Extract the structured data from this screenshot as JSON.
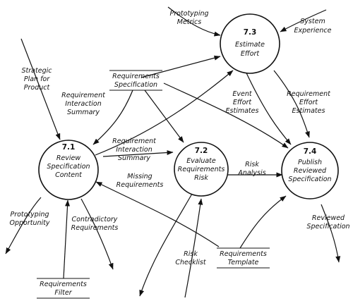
{
  "diagram": {
    "processes": [
      {
        "id": "p71",
        "number": "7.1",
        "name": [
          "Review",
          "Specification",
          "Content"
        ]
      },
      {
        "id": "p72",
        "number": "7.2",
        "name": [
          "Evaluate",
          "Requirements",
          "Risk"
        ]
      },
      {
        "id": "p73",
        "number": "7.3",
        "name": [
          "Estimate",
          "Effort"
        ]
      },
      {
        "id": "p74",
        "number": "7.4",
        "name": [
          "Publish",
          "Reviewed",
          "Specification"
        ]
      }
    ],
    "stores": [
      {
        "id": "s_spec",
        "name": "Requirements Specification",
        "lines": [
          "Requirements",
          "Specification"
        ]
      },
      {
        "id": "s_template",
        "name": "Requirements Template",
        "lines": [
          "Requirements",
          "Template"
        ]
      },
      {
        "id": "s_filter",
        "name": "Requirements Filter",
        "lines": [
          "Requirements",
          "Filter"
        ]
      }
    ],
    "flows": [
      {
        "id": "f_proto_metrics",
        "label": [
          "Prototyping",
          "Metrics"
        ]
      },
      {
        "id": "f_sys_exp",
        "label": [
          "System",
          "Experience"
        ]
      },
      {
        "id": "f_strategic",
        "label": [
          "Strategic",
          "Plan for",
          "Product"
        ]
      },
      {
        "id": "f_req_inter_1",
        "label": [
          "Requirement",
          "Interaction",
          "Summary"
        ]
      },
      {
        "id": "f_event_effort",
        "label": [
          "Event",
          "Effort",
          "Estimates"
        ]
      },
      {
        "id": "f_req_effort",
        "label": [
          "Requirement",
          "Effort",
          "Estimates"
        ]
      },
      {
        "id": "f_req_inter_2",
        "label": [
          "Requirement",
          "Interaction",
          "Summary"
        ]
      },
      {
        "id": "f_risk_analysis",
        "label": [
          "Risk",
          "Analysis"
        ]
      },
      {
        "id": "f_missing",
        "label": [
          "Missing",
          "Requirements"
        ]
      },
      {
        "id": "f_proto_opp",
        "label": [
          "Prototyping",
          "Opportunity"
        ]
      },
      {
        "id": "f_contradictory",
        "label": [
          "Contradictory",
          "Requirements"
        ]
      },
      {
        "id": "f_reviewed_spec",
        "label": [
          "Reviewed",
          "Specification"
        ]
      },
      {
        "id": "f_risk_checklist",
        "label": [
          "Risk",
          "Checklist"
        ]
      }
    ]
  }
}
